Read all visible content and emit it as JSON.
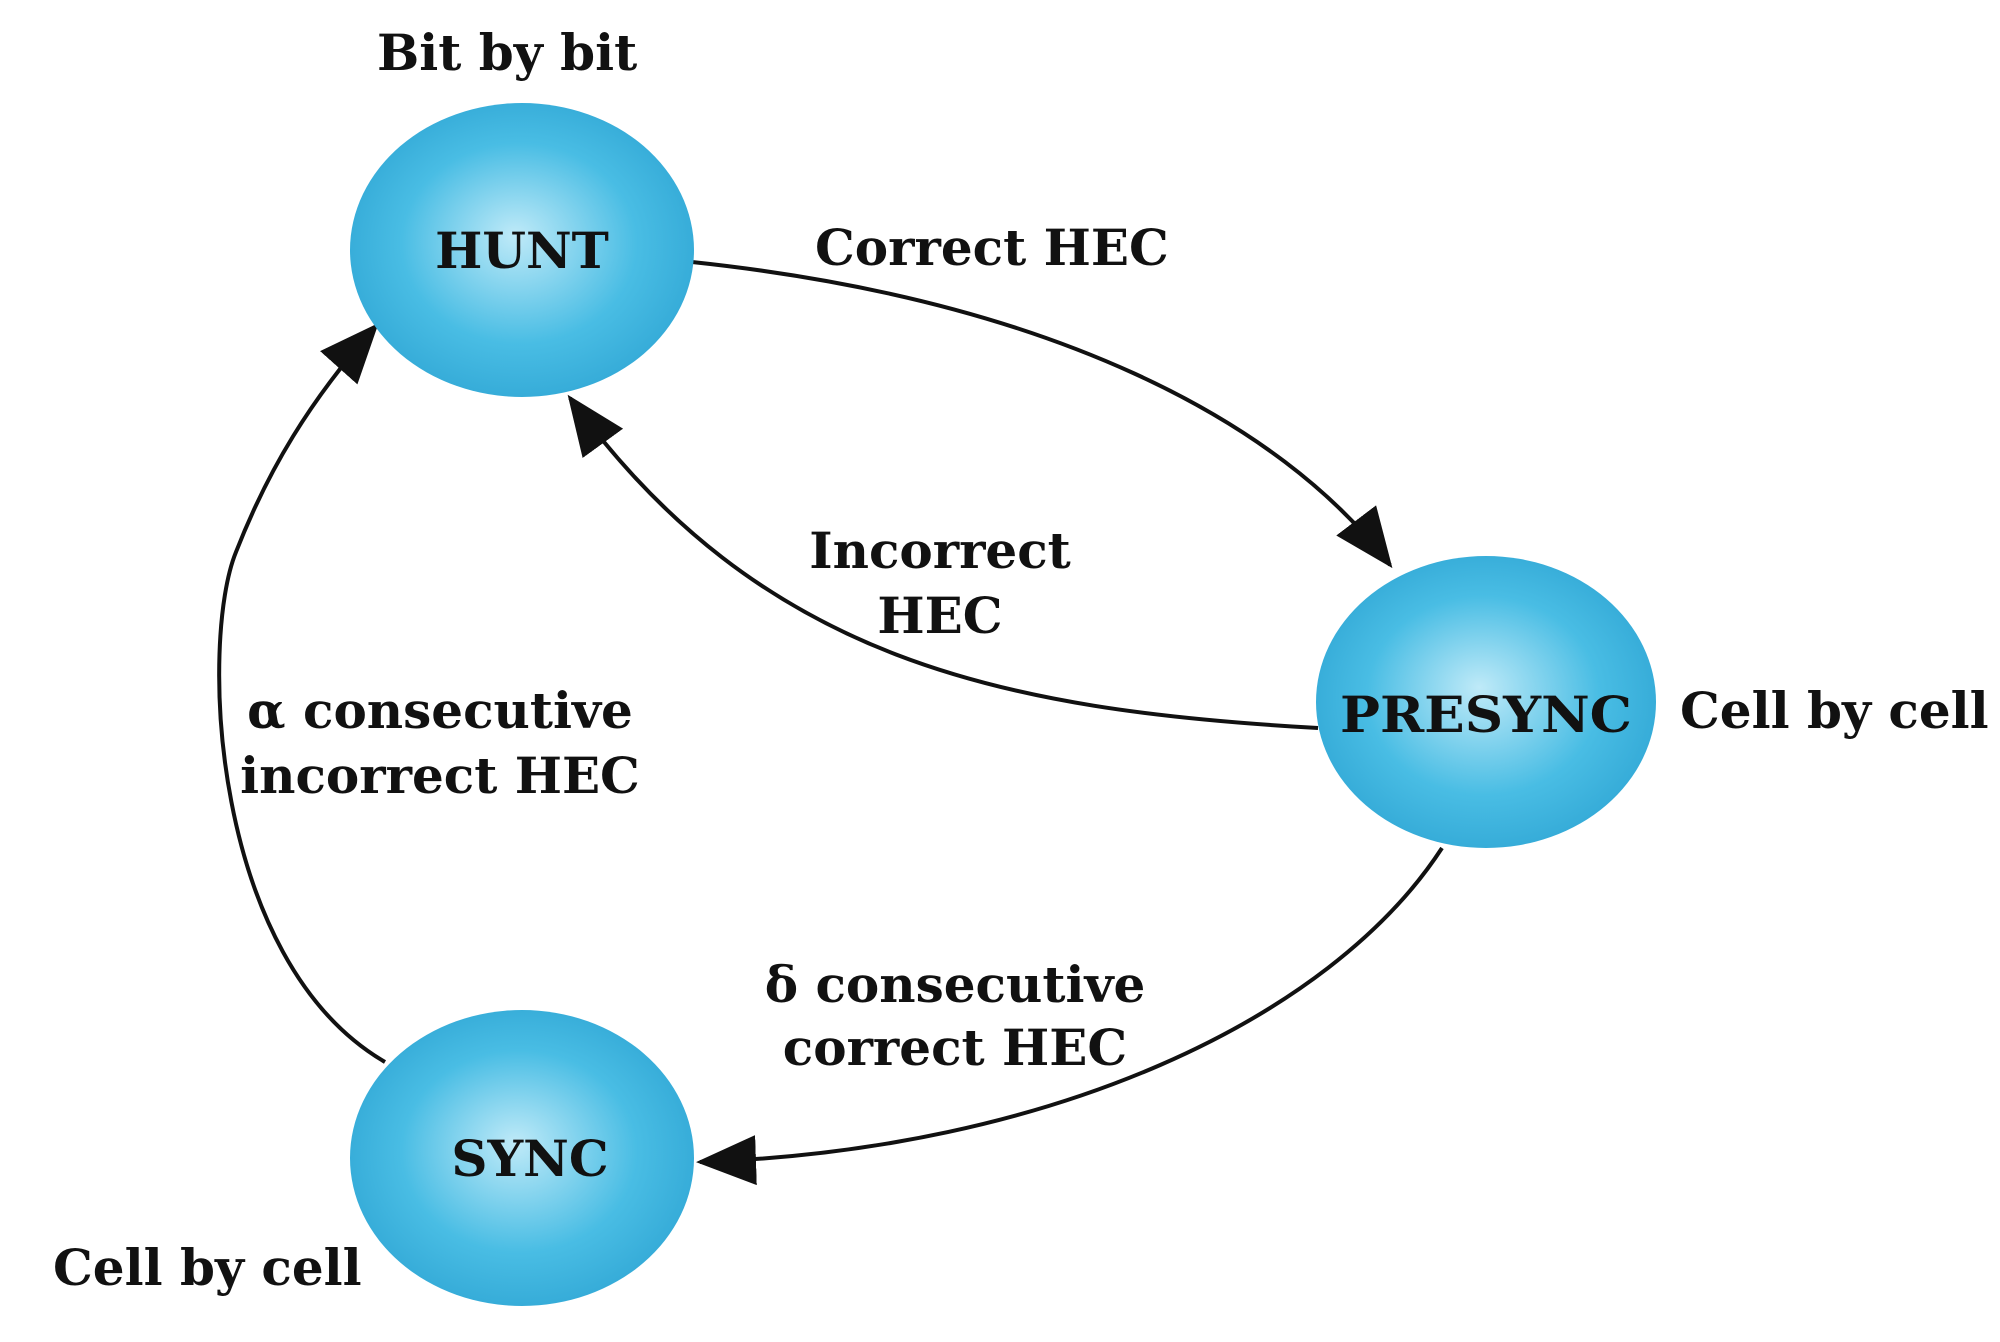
{
  "colors": {
    "state_fill_light": "#bfeaf8",
    "state_fill_mid": "#49bde4",
    "state_fill_dark": "#2aa1d1",
    "line": "#111111",
    "text": "#111111"
  },
  "states": {
    "hunt": {
      "label": "HUNT"
    },
    "presync": {
      "label": "PRESYNC"
    },
    "sync": {
      "label": "SYNC"
    }
  },
  "notes": {
    "hunt_mode": "Bit by bit",
    "presync_mode": "Cell by cell",
    "sync_mode": "Cell by cell"
  },
  "transitions": {
    "hunt_to_presync": {
      "line1": "Correct HEC"
    },
    "presync_to_hunt": {
      "line1": "Incorrect",
      "line2": "HEC"
    },
    "presync_to_sync": {
      "line1": "δ consecutive",
      "line2": "correct HEC"
    },
    "sync_to_hunt": {
      "line1": "α consecutive",
      "line2": "incorrect HEC"
    }
  }
}
